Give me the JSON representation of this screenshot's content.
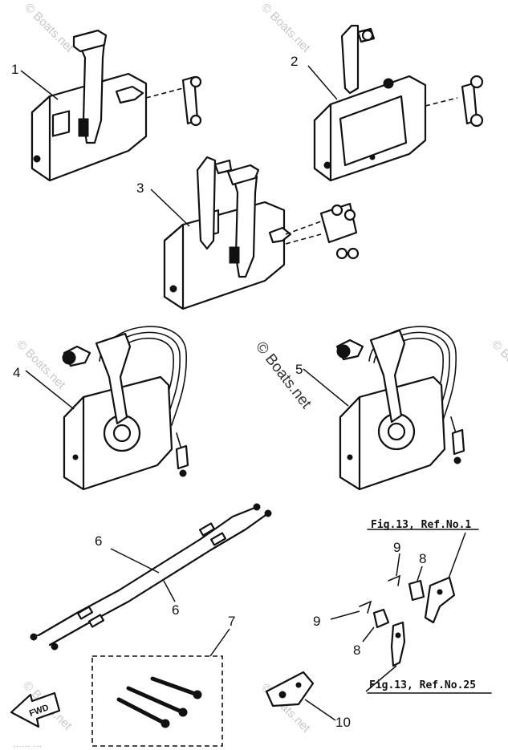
{
  "watermark": {
    "main": "© Boats.net",
    "faint": "© Boats.net"
  },
  "callouts": {
    "c1": "1",
    "c2": "2",
    "c3": "3",
    "c4": "4",
    "c5": "5",
    "c6a": "6",
    "c6b": "6",
    "c7": "7",
    "c8a": "8",
    "c8b": "8",
    "c9a": "9",
    "c9b": "9",
    "c10": "10"
  },
  "figure_refs": {
    "ref1": "Fig.13, Ref.No.1",
    "ref25": "Fig.13, Ref.No.25"
  },
  "fwd_label": "FWD",
  "footer": "...... ..."
}
